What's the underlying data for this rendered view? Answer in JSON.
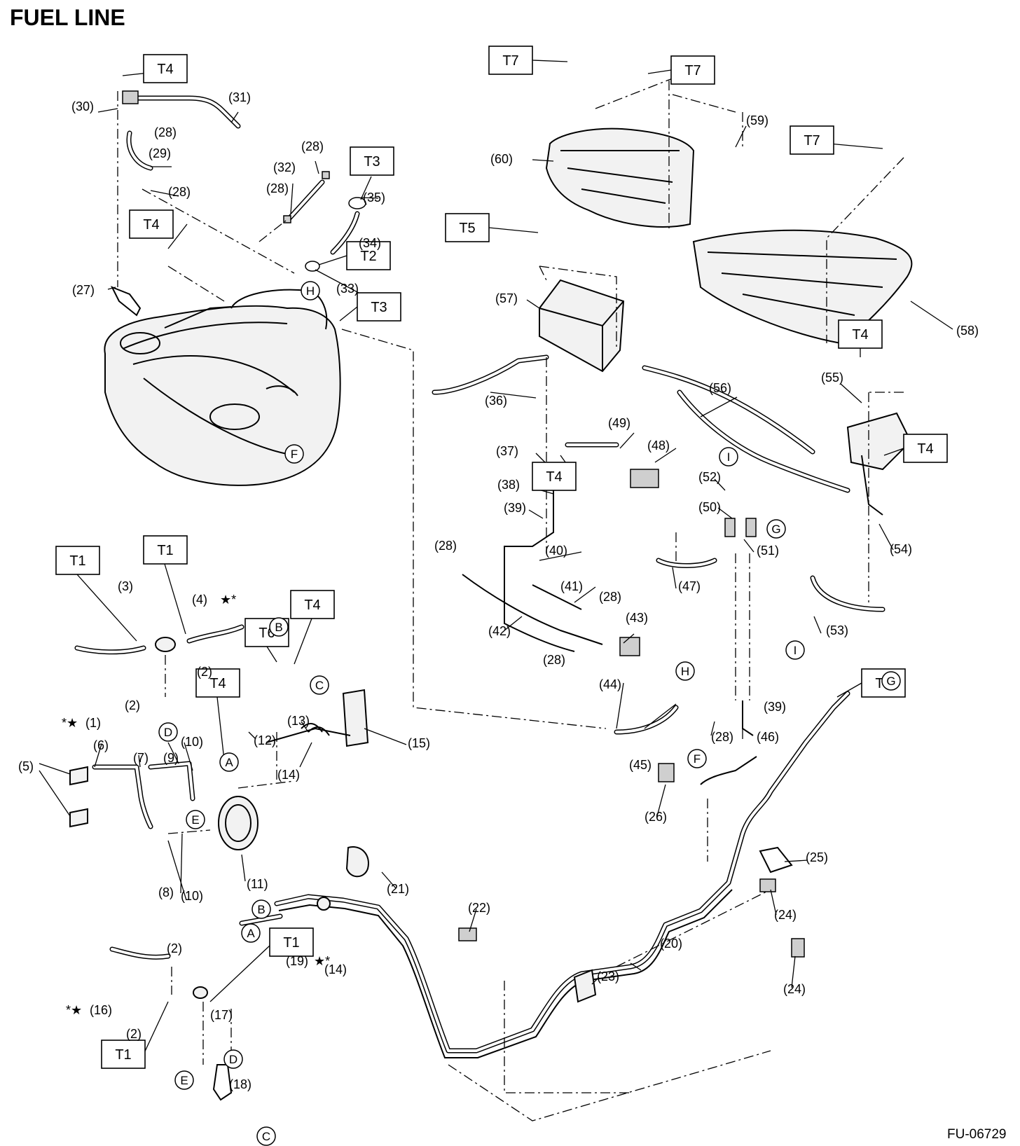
{
  "title": "FUEL LINE",
  "figure_code": "FU-06729",
  "torque_boxes": [
    {
      "label": "T4"
    },
    {
      "label": "T4"
    },
    {
      "label": "T3"
    },
    {
      "label": "T2"
    },
    {
      "label": "T3"
    },
    {
      "label": "T7"
    },
    {
      "label": "T7"
    },
    {
      "label": "T7"
    },
    {
      "label": "T5"
    },
    {
      "label": "T4"
    },
    {
      "label": "T4"
    },
    {
      "label": "T4"
    },
    {
      "label": "T1"
    },
    {
      "label": "T1"
    },
    {
      "label": "T6"
    },
    {
      "label": "T4"
    },
    {
      "label": "T4"
    },
    {
      "label": "T4"
    },
    {
      "label": "T1"
    },
    {
      "label": "T1"
    }
  ],
  "reference_circles": [
    {
      "label": "H"
    },
    {
      "label": "F"
    },
    {
      "label": "I"
    },
    {
      "label": "G"
    },
    {
      "label": "I"
    },
    {
      "label": "H"
    },
    {
      "label": "B"
    },
    {
      "label": "D"
    },
    {
      "label": "C"
    },
    {
      "label": "A"
    },
    {
      "label": "E"
    },
    {
      "label": "G"
    },
    {
      "label": "F"
    },
    {
      "label": "B"
    },
    {
      "label": "A"
    },
    {
      "label": "D"
    },
    {
      "label": "E"
    },
    {
      "label": "C"
    }
  ],
  "callouts": [
    {
      "label": "(1)",
      "marks": "*★"
    },
    {
      "label": "(2)"
    },
    {
      "label": "(2)"
    },
    {
      "label": "(2)"
    },
    {
      "label": "(2)"
    },
    {
      "label": "(3)"
    },
    {
      "label": "(4)",
      "marks": "★*"
    },
    {
      "label": "(5)"
    },
    {
      "label": "(6)"
    },
    {
      "label": "(7)"
    },
    {
      "label": "(8)"
    },
    {
      "label": "(9)"
    },
    {
      "label": "(10)"
    },
    {
      "label": "(10)"
    },
    {
      "label": "(11)"
    },
    {
      "label": "(12)"
    },
    {
      "label": "(13)"
    },
    {
      "label": "(14)"
    },
    {
      "label": "(14)"
    },
    {
      "label": "(15)"
    },
    {
      "label": "(16)",
      "marks": "*★"
    },
    {
      "label": "(17)"
    },
    {
      "label": "(18)"
    },
    {
      "label": "(19)",
      "marks": "★*"
    },
    {
      "label": "(20)"
    },
    {
      "label": "(21)"
    },
    {
      "label": "(22)"
    },
    {
      "label": "(23)"
    },
    {
      "label": "(24)"
    },
    {
      "label": "(24)"
    },
    {
      "label": "(25)"
    },
    {
      "label": "(26)"
    },
    {
      "label": "(27)"
    },
    {
      "label": "(28)"
    },
    {
      "label": "(28)"
    },
    {
      "label": "(28)"
    },
    {
      "label": "(28)"
    },
    {
      "label": "(28)"
    },
    {
      "label": "(28)"
    },
    {
      "label": "(28)"
    },
    {
      "label": "(28)"
    },
    {
      "label": "(29)"
    },
    {
      "label": "(30)"
    },
    {
      "label": "(31)"
    },
    {
      "label": "(32)"
    },
    {
      "label": "(33)"
    },
    {
      "label": "(34)"
    },
    {
      "label": "(35)"
    },
    {
      "label": "(36)"
    },
    {
      "label": "(37)"
    },
    {
      "label": "(38)"
    },
    {
      "label": "(39)"
    },
    {
      "label": "(39)"
    },
    {
      "label": "(40)"
    },
    {
      "label": "(41)"
    },
    {
      "label": "(42)"
    },
    {
      "label": "(43)"
    },
    {
      "label": "(44)"
    },
    {
      "label": "(45)"
    },
    {
      "label": "(46)"
    },
    {
      "label": "(47)"
    },
    {
      "label": "(48)"
    },
    {
      "label": "(49)"
    },
    {
      "label": "(50)"
    },
    {
      "label": "(51)"
    },
    {
      "label": "(52)"
    },
    {
      "label": "(53)"
    },
    {
      "label": "(54)"
    },
    {
      "label": "(55)"
    },
    {
      "label": "(56)"
    },
    {
      "label": "(57)"
    },
    {
      "label": "(58)"
    },
    {
      "label": "(59)"
    },
    {
      "label": "(60)"
    }
  ]
}
